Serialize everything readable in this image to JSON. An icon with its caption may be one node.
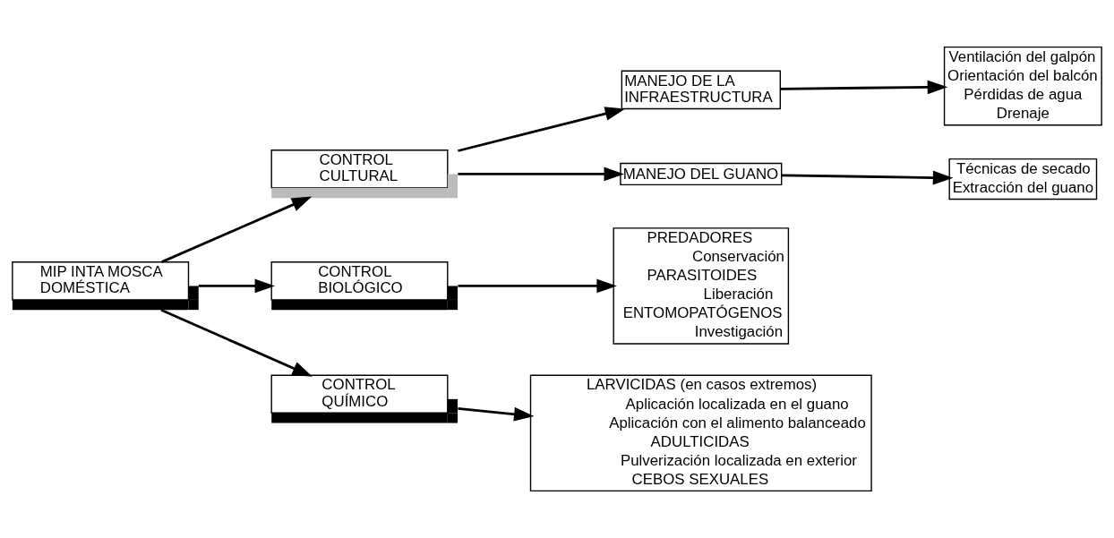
{
  "diagram": {
    "nodes": [
      {
        "text": [
          "MIP INTA MOSCA DOMÉSTICA"
        ]
      },
      {
        "text": [
          "CONTROL CULTURAL"
        ]
      },
      {
        "text": [
          "MANEJO DE LA INFRAESTRUCTURA"
        ]
      },
      {
        "text": [
          "MANEJO DEL GUANO"
        ]
      },
      {
        "text": [
          "Ventilación del galpón",
          "Orientación del balcón",
          "Pérdidas de agua",
          "Drenaje"
        ]
      },
      {
        "text": [
          "Técnicas de secado",
          "Extracción del guano"
        ]
      },
      {
        "text": [
          "CONTROL BIOLÓGICO"
        ]
      },
      {
        "text": [
          "PREDADORES",
          "Conservación",
          "PARASITOIDES",
          "Liberación",
          "ENTOMOPATÓGENOS",
          "Investigación"
        ]
      },
      {
        "text": [
          "CONTROL QUÍMICO"
        ]
      },
      {
        "text": [
          "LARVICIDAS (en casos extremos)",
          "Aplicación localizada en el guano",
          "Aplicación con el alimento balanceado",
          "ADULTICIDAS",
          "Pulverización localizada en exterior",
          "CEBOS SEXUALES"
        ]
      }
    ],
    "edges": [
      {
        "from": 0,
        "to": 1,
        "arrow": "to"
      },
      {
        "from": 0,
        "to": 6,
        "arrow": "to"
      },
      {
        "from": 0,
        "to": 8,
        "arrow": "to"
      },
      {
        "from": 1,
        "to": 2,
        "arrow": "to"
      },
      {
        "from": 1,
        "to": 3,
        "arrow": "to"
      },
      {
        "from": 2,
        "to": 4,
        "arrow": "to"
      },
      {
        "from": 3,
        "to": 5,
        "arrow": "to"
      },
      {
        "from": 6,
        "to": 7,
        "arrow": "to"
      },
      {
        "from": 8,
        "to": 9,
        "arrow": "to"
      }
    ]
  }
}
